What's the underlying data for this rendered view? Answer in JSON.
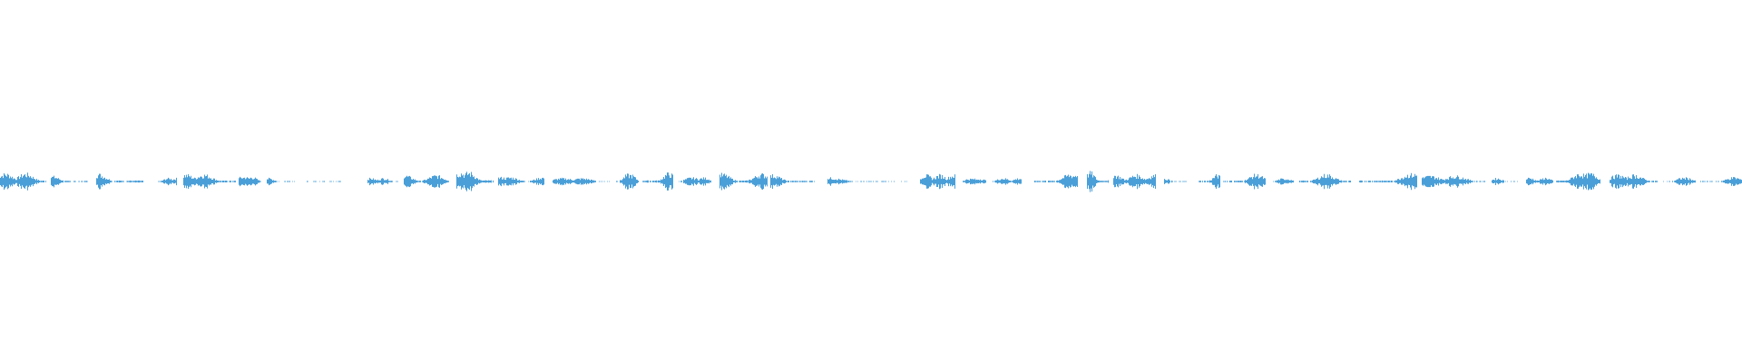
{
  "waveform": {
    "color": "#4a9fd8",
    "background": "#ffffff",
    "seed": 7,
    "bursts": [
      {
        "start": 0.0,
        "end": 0.026,
        "amp": 0.85
      },
      {
        "start": 0.029,
        "end": 0.05,
        "amp": 0.55
      },
      {
        "start": 0.055,
        "end": 0.082,
        "amp": 0.8
      },
      {
        "start": 0.09,
        "end": 0.101,
        "amp": 0.35
      },
      {
        "start": 0.105,
        "end": 0.135,
        "amp": 0.75
      },
      {
        "start": 0.137,
        "end": 0.15,
        "amp": 0.5
      },
      {
        "start": 0.153,
        "end": 0.169,
        "amp": 0.35
      },
      {
        "start": 0.175,
        "end": 0.196,
        "amp": 0.05
      },
      {
        "start": 0.211,
        "end": 0.228,
        "amp": 0.35
      },
      {
        "start": 0.232,
        "end": 0.258,
        "amp": 0.65
      },
      {
        "start": 0.262,
        "end": 0.283,
        "amp": 1.0
      },
      {
        "start": 0.286,
        "end": 0.312,
        "amp": 0.45
      },
      {
        "start": 0.317,
        "end": 0.35,
        "amp": 0.35
      },
      {
        "start": 0.353,
        "end": 0.366,
        "amp": 0.75
      },
      {
        "start": 0.369,
        "end": 0.386,
        "amp": 0.9
      },
      {
        "start": 0.389,
        "end": 0.408,
        "amp": 0.4
      },
      {
        "start": 0.413,
        "end": 0.44,
        "amp": 0.8
      },
      {
        "start": 0.442,
        "end": 0.467,
        "amp": 0.7
      },
      {
        "start": 0.475,
        "end": 0.521,
        "amp": 0.4
      },
      {
        "start": 0.528,
        "end": 0.548,
        "amp": 0.7
      },
      {
        "start": 0.552,
        "end": 0.566,
        "amp": 0.3
      },
      {
        "start": 0.57,
        "end": 0.586,
        "amp": 0.35
      },
      {
        "start": 0.594,
        "end": 0.618,
        "amp": 0.75
      },
      {
        "start": 0.624,
        "end": 0.636,
        "amp": 1.0
      },
      {
        "start": 0.639,
        "end": 0.663,
        "amp": 0.7
      },
      {
        "start": 0.668,
        "end": 0.682,
        "amp": 0.3
      },
      {
        "start": 0.688,
        "end": 0.7,
        "amp": 0.7
      },
      {
        "start": 0.702,
        "end": 0.726,
        "amp": 0.75
      },
      {
        "start": 0.73,
        "end": 0.742,
        "amp": 0.3
      },
      {
        "start": 0.746,
        "end": 0.775,
        "amp": 0.75
      },
      {
        "start": 0.78,
        "end": 0.813,
        "amp": 0.8
      },
      {
        "start": 0.816,
        "end": 0.852,
        "amp": 0.6
      },
      {
        "start": 0.856,
        "end": 0.871,
        "amp": 0.35
      },
      {
        "start": 0.876,
        "end": 0.891,
        "amp": 0.4
      },
      {
        "start": 0.893,
        "end": 0.918,
        "amp": 0.85
      },
      {
        "start": 0.924,
        "end": 0.951,
        "amp": 0.7
      },
      {
        "start": 0.954,
        "end": 0.973,
        "amp": 0.4
      },
      {
        "start": 0.976,
        "end": 1.0,
        "amp": 0.45
      }
    ],
    "sparse_dots": [
      0.166,
      0.176,
      0.186,
      0.195
    ]
  }
}
